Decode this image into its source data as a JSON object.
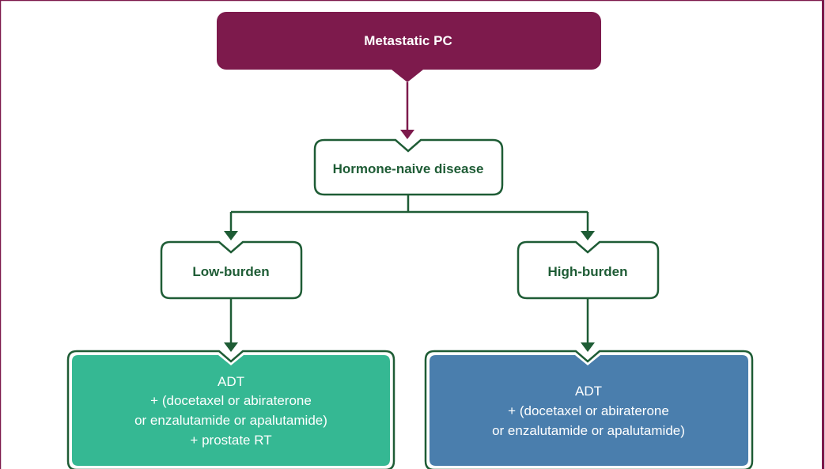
{
  "colors": {
    "top_fill": "#7d1a4c",
    "green_dark": "#1e5c35",
    "box_white": "#ffffff",
    "teal_fill": "#35b893",
    "blue_fill": "#4a7ead",
    "frame_border": "#7d1a4c"
  },
  "nodes": {
    "metastatic": {
      "label": "Metastatic PC"
    },
    "hormone_naive": {
      "label": "Hormone-naive disease"
    },
    "low_burden": {
      "label": "Low-burden"
    },
    "high_burden": {
      "label": "High-burden"
    },
    "low_treatment": {
      "lines": [
        "ADT",
        "+ (docetaxel or abiraterone",
        "or enzalutamide or apalutamide)",
        "+ prostate RT"
      ]
    },
    "high_treatment": {
      "lines": [
        "ADT",
        "+ (docetaxel or abiraterone",
        "or enzalutamide or apalutamide)"
      ]
    }
  }
}
